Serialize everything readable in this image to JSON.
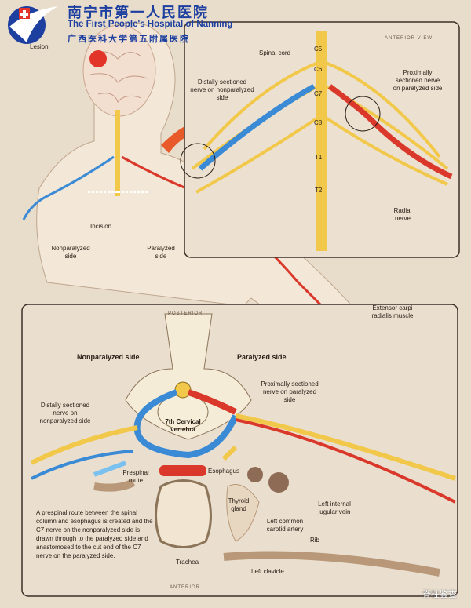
{
  "header": {
    "hospital_cn": "南宁市第一人民医院",
    "hospital_en": "The First People's Hospital of Nanning",
    "university_cn": "广西医科大学第五附属医院"
  },
  "top_figure": {
    "lesion": "Lesion",
    "incision": "Incision",
    "nonparalyzed_side": "Nonparalyzed side",
    "paralyzed_side": "Paralyzed side",
    "extensor": "Extensor carpi radialis muscle"
  },
  "anterior_view": {
    "view_label": "ANTERIOR VIEW",
    "spinal_cord": "Spinal cord",
    "distal_nerve": "Distally sectioned nerve on nonparalyzed side",
    "proximal_nerve": "Proximally sectioned nerve on paralyzed side",
    "radial_nerve": "Radial nerve",
    "vertebrae": [
      "C5",
      "C6",
      "C7",
      "C8",
      "T1",
      "T2"
    ]
  },
  "cross_section": {
    "posterior": "POSTERIOR",
    "anterior": "ANTERIOR",
    "nonparalyzed_side": "Nonparalyzed side",
    "paralyzed_side": "Paralyzed side",
    "proximal_nerve": "Proximally sectioned nerve on paralyzed side",
    "distal_nerve": "Distally sectioned nerve on nonparalyzed side",
    "vertebra": "7th Cervical vertebra",
    "prespinal_route": "Prespinal route",
    "esophagus": "Esophagus",
    "thyroid": "Thyroid gland",
    "carotid": "Left common carotid artery",
    "jugular": "Left internal jugular vein",
    "rib": "Rib",
    "trachea": "Trachea",
    "clavicle": "Left clavicle",
    "description": "A prespinal route between the spinal column and esophagus is created and the C7 nerve on the nonparalyzed side is drawn through to the paralyzed side and anastomosed to the cut end of the C7 nerve on the paralyzed side."
  },
  "watermark": "脊柱鉴查",
  "colors": {
    "nerve_yellow": "#f2c84b",
    "nerve_blue": "#3a8ad6",
    "nerve_red": "#d9382a",
    "brand_blue": "#1c3fa0"
  }
}
